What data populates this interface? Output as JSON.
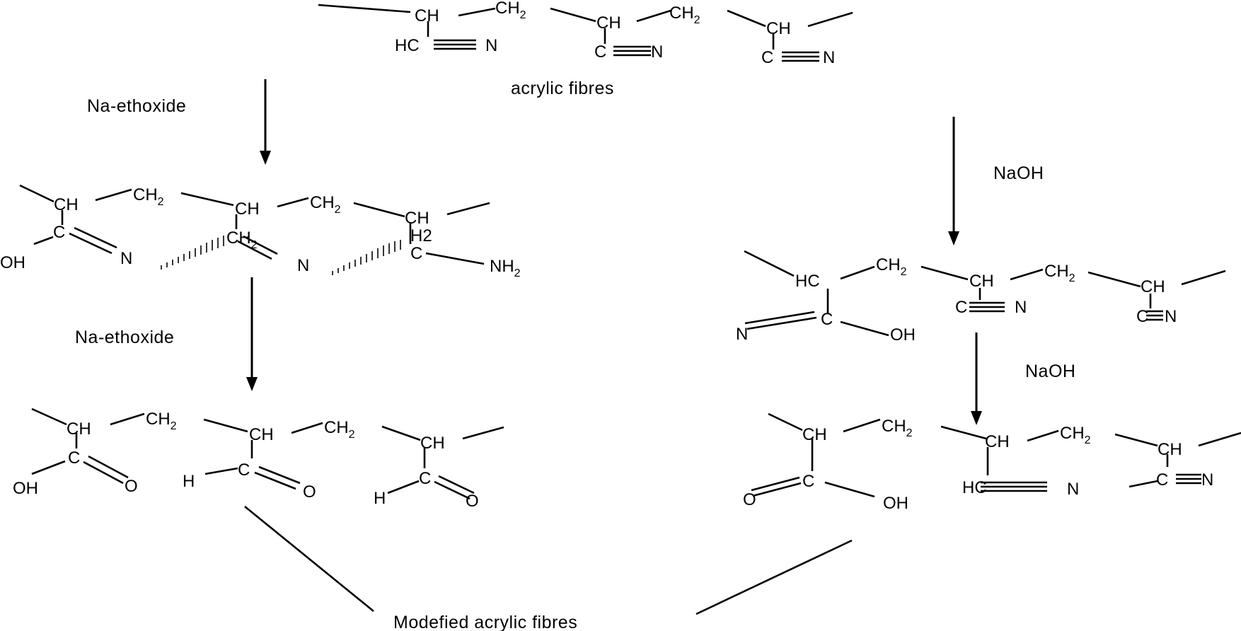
{
  "title": "acrylic fibres",
  "product_label": "Modefied acrylic fibres",
  "reagents": {
    "left_step1": "Na-ethoxide",
    "left_step2": "Na-ethoxide",
    "right_step1": "NaOH",
    "right_step2": "NaOH"
  },
  "atoms": {
    "CH": "CH",
    "CH2": "CH",
    "sub2": "2",
    "HC": "HC",
    "C": "C",
    "N": "N",
    "OH": "OH",
    "O": "O",
    "H": "H",
    "H2": "H2",
    "NH2": "NH"
  }
}
